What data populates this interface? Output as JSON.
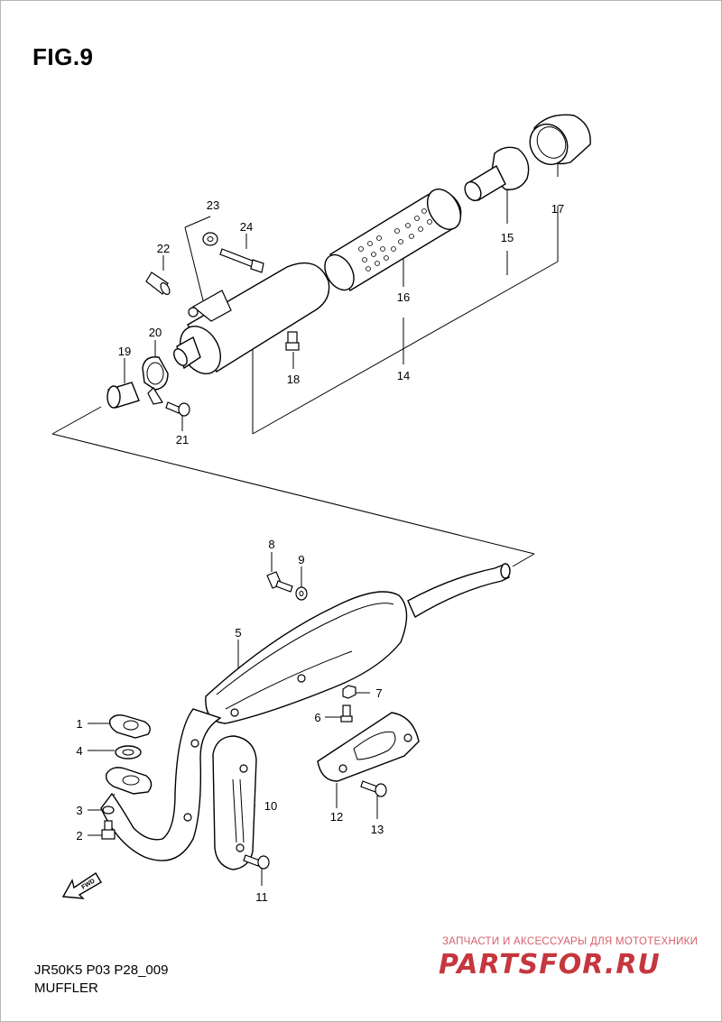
{
  "figure": {
    "title": "FIG.9",
    "code": "JR50K5 P03 P28_009",
    "name": "MUFFLER"
  },
  "fwd_label": "FWD",
  "watermark": {
    "top_text": "ЗАПЧАСТИ И АКСЕССУАРЫ ДЛЯ МОТОТЕХНИКИ",
    "logo_text": "PARTSFOR.RU",
    "color": "#c5373e"
  },
  "callouts": [
    "1",
    "2",
    "3",
    "4",
    "5",
    "6",
    "7",
    "8",
    "9",
    "10",
    "11",
    "12",
    "13",
    "14",
    "15",
    "16",
    "17",
    "18",
    "19",
    "20",
    "21",
    "22",
    "23",
    "24"
  ]
}
